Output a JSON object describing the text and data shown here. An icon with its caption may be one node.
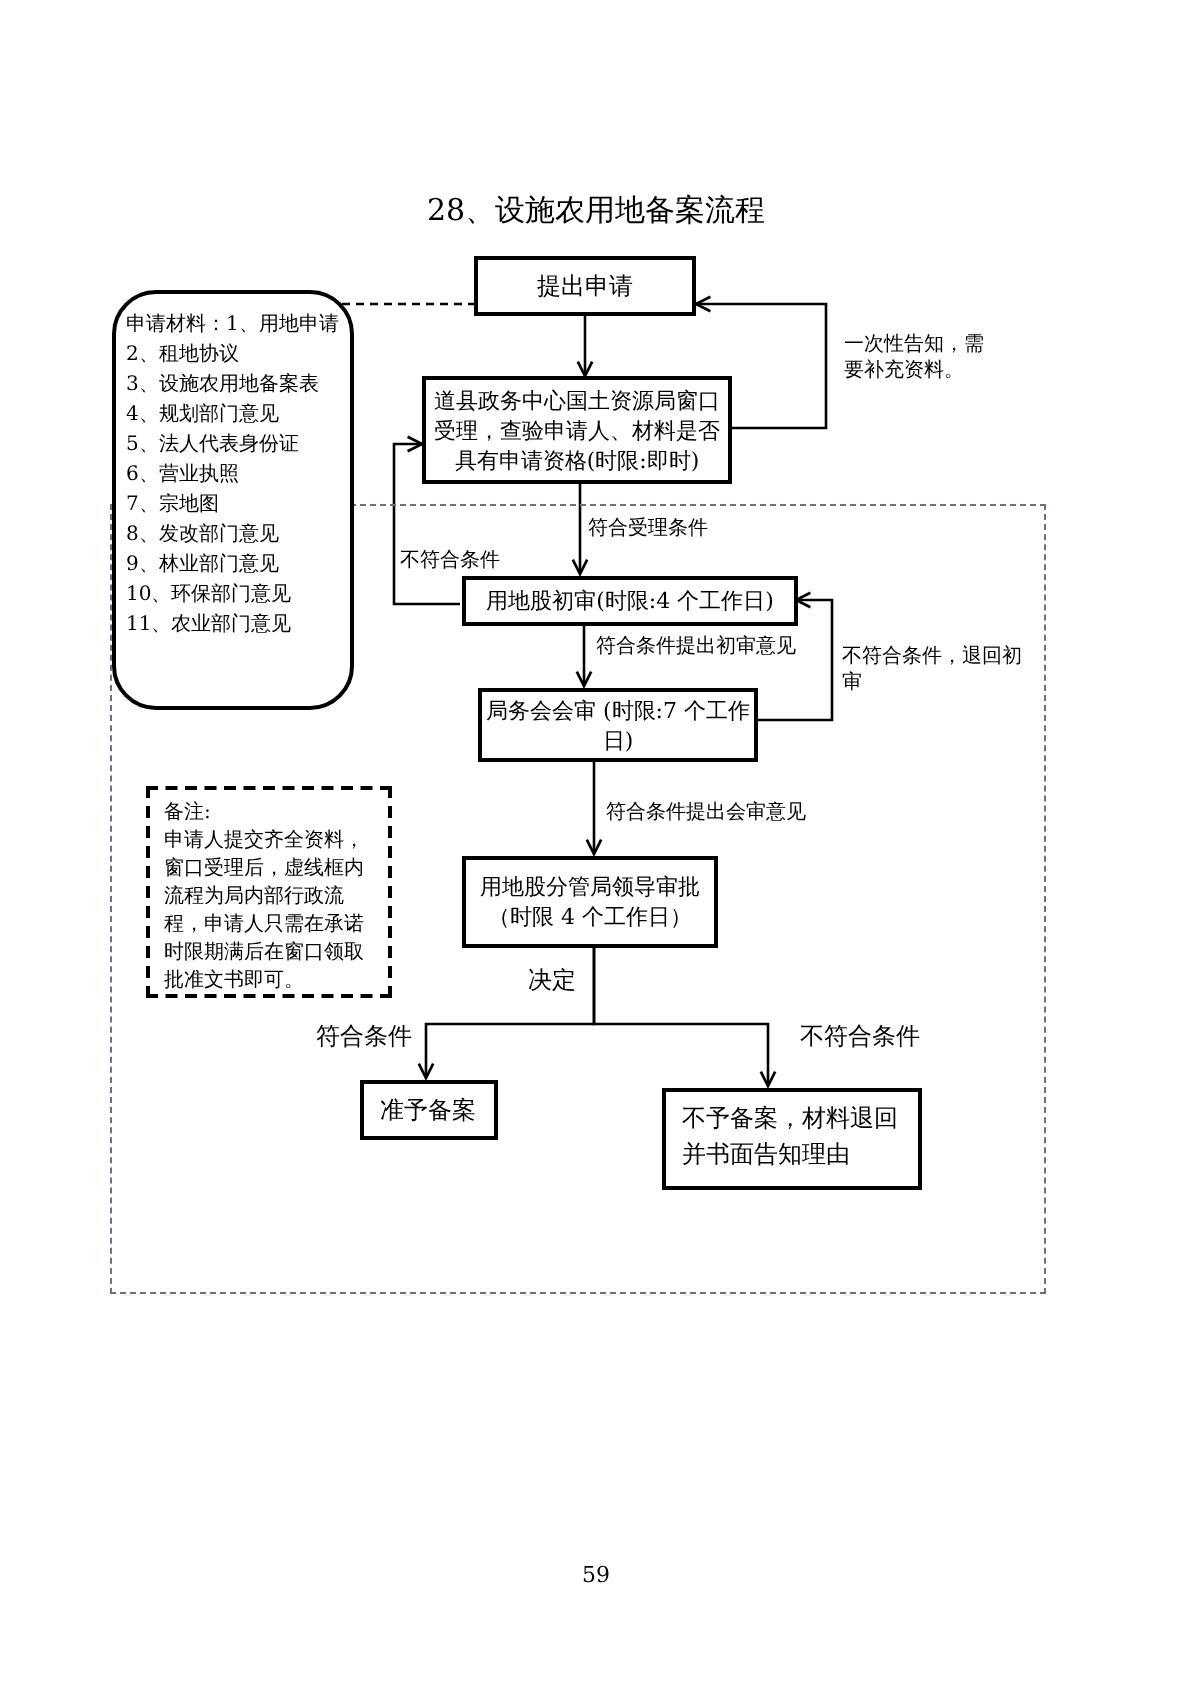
{
  "diagram": {
    "title": "28、设施农用地备案流程",
    "nodes": [
      {
        "text": [
          "提出申请"
        ]
      },
      {
        "text": [
          "申请材料：1、用地申请",
          "2、租地协议",
          "3、设施农用地备案表",
          "4、规划部门意见",
          "5、法人代表身份证",
          "6、营业执照",
          "7、宗地图",
          "8、发改部门意见",
          "9、林业部门意见",
          "10、环保部门意见",
          "11、农业部门意见"
        ]
      },
      {
        "text": [
          "道县政务中心国土资源局窗口受理，查验申请人、材料是否具有申请资格(时限:即时)"
        ]
      },
      {
        "text": [],
        "shape": "box"
      },
      {
        "text": [
          "用地股初审(时限:4 个工作日)"
        ],
        "in": 3
      },
      {
        "text": [
          "局务会会审 (时限:7 个工作日)"
        ],
        "in": 3
      },
      {
        "text": [
          "备注:",
          "申请人提交齐全资料，窗口受理后，虚线框内流程为局内部行政流程，申请人只需在承诺时限期满后在窗口领取批准文书即可。"
        ],
        "in": 3
      },
      {
        "text": [
          "用地股分管局领导审批（时限 4 个工作日）"
        ],
        "in": 3
      },
      {
        "text": [
          "准予备案"
        ],
        "in": 3
      },
      {
        "text": [
          "不予备案，材料退回并书面告知理由"
        ],
        "in": 3
      }
    ],
    "edges": [
      {
        "from": 0,
        "to": 2,
        "arrow": "to"
      },
      {
        "from": 2,
        "to": 0,
        "arrow": "to",
        "label": "一次性告知，需要补充资料。"
      },
      {
        "from": 1,
        "to": 0,
        "arrow": "none",
        "style": "dashed"
      },
      {
        "from": 2,
        "to": 4,
        "arrow": "to",
        "label": "符合受理条件"
      },
      {
        "from": 4,
        "to": 2,
        "arrow": "to",
        "label": "不符合条件"
      },
      {
        "from": 4,
        "to": 5,
        "arrow": "to",
        "label": "符合条件提出初审意见"
      },
      {
        "from": 5,
        "to": 4,
        "arrow": "to",
        "label": "不符合条件，退回初审"
      },
      {
        "from": 5,
        "to": 7,
        "arrow": "to",
        "label": "符合条件提出会审意见"
      },
      {
        "from": 7,
        "to": 8,
        "arrow": "to",
        "label": "符合条件"
      },
      {
        "from": 7,
        "to": 9,
        "arrow": "to",
        "label": "不符合条件"
      }
    ],
    "labels": [
      "决定",
      "59"
    ]
  }
}
